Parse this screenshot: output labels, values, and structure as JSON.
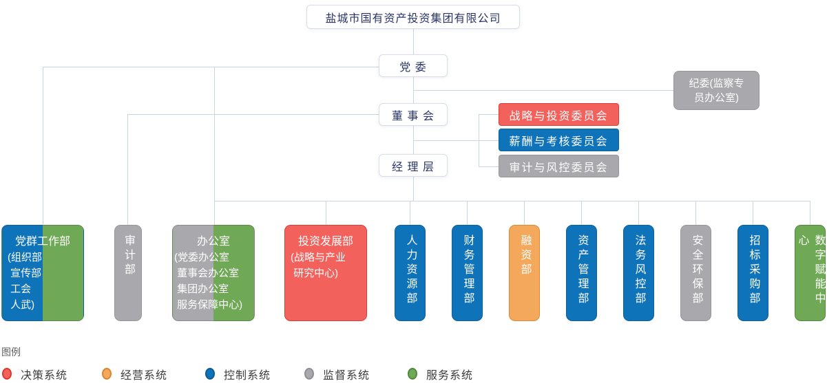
{
  "company": {
    "name": "盐城市国有资产投资集团有限公司"
  },
  "governance": {
    "party_committee": "党 委",
    "discipline_committee": "纪委(监察专\n员办公室)",
    "board": "董 事 会",
    "management": "经 理 层"
  },
  "committees": [
    {
      "label": "战略与投资委员会",
      "system": "决策系统"
    },
    {
      "label": "薪酬与考核委员会",
      "system": "控制系统"
    },
    {
      "label": "审计与风控委员会",
      "system": "监督系统"
    }
  ],
  "departments": [
    {
      "name": "党群工作部",
      "sub": "(组织部\n 宣传部\n 工会\n 人武)",
      "system": "控制系统+服务系统"
    },
    {
      "name": "审计部",
      "system": "监督系统"
    },
    {
      "name": "办公室",
      "sub": "(党委办公室\n 董事会办公室\n 集团办公室\n 服务保障中心)",
      "system": "监督系统+服务系统"
    },
    {
      "name": "投资发展部",
      "sub": "(战略与产业\n 研究中心)",
      "system": "决策系统"
    },
    {
      "name": "人力资源部",
      "system": "控制系统"
    },
    {
      "name": "财务管理部",
      "system": "控制系统"
    },
    {
      "name": "融资部",
      "system": "经营系统"
    },
    {
      "name": "资产管理部",
      "system": "控制系统"
    },
    {
      "name": "法务风控部",
      "system": "控制系统"
    },
    {
      "name": "安全环保部",
      "system": "监督系统"
    },
    {
      "name": "招标采购部",
      "system": "控制系统"
    },
    {
      "name": "数字赋能中心",
      "system": "服务系统"
    }
  ],
  "legend": {
    "title": "图例",
    "items": [
      {
        "label": "决策系统",
        "color": "#F2615B"
      },
      {
        "label": "经营系统",
        "color": "#F3A85C"
      },
      {
        "label": "控制系统",
        "color": "#0E73B9"
      },
      {
        "label": "监督系统",
        "color": "#A9A9AD"
      },
      {
        "label": "服务系统",
        "color": "#6FA956"
      }
    ]
  },
  "colors": {
    "decision_red": "#F2615B",
    "operation_orange": "#F3A85C",
    "control_blue": "#0E73B9",
    "supervision_gray": "#A9A9AD",
    "service_green": "#6FA956",
    "connector_line": "#C9D4E4",
    "node_text_navy": "#2B3468"
  }
}
